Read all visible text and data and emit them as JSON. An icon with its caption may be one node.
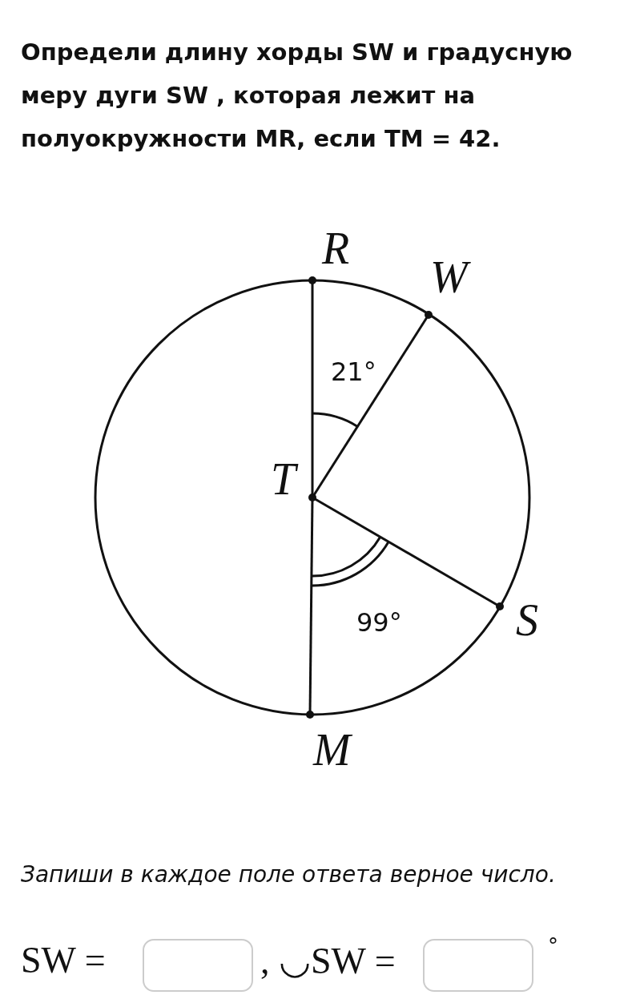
{
  "diagram": {
    "title": "Определи длину хорды SW и градусную меру дуги SW , которая лежит на полуокружности MR, если TM = 42.",
    "nodes": [
      {
        "text": [
          "R"
        ]
      },
      {
        "text": [
          "W"
        ]
      },
      {
        "text": [
          "T"
        ]
      },
      {
        "text": [
          "S"
        ]
      },
      {
        "text": [
          "M"
        ]
      }
    ],
    "edges": [
      {
        "from": 0,
        "to": 2,
        "arrow": "none"
      },
      {
        "from": 2,
        "to": 4,
        "arrow": "none"
      },
      {
        "from": 2,
        "to": 1,
        "arrow": "none"
      },
      {
        "from": 2,
        "to": 3,
        "arrow": "none"
      }
    ],
    "labels": [
      "21°",
      "99°",
      "Запиши в каждое поле ответа верное число.",
      "SW =",
      ", ◡SW =",
      "°"
    ]
  }
}
